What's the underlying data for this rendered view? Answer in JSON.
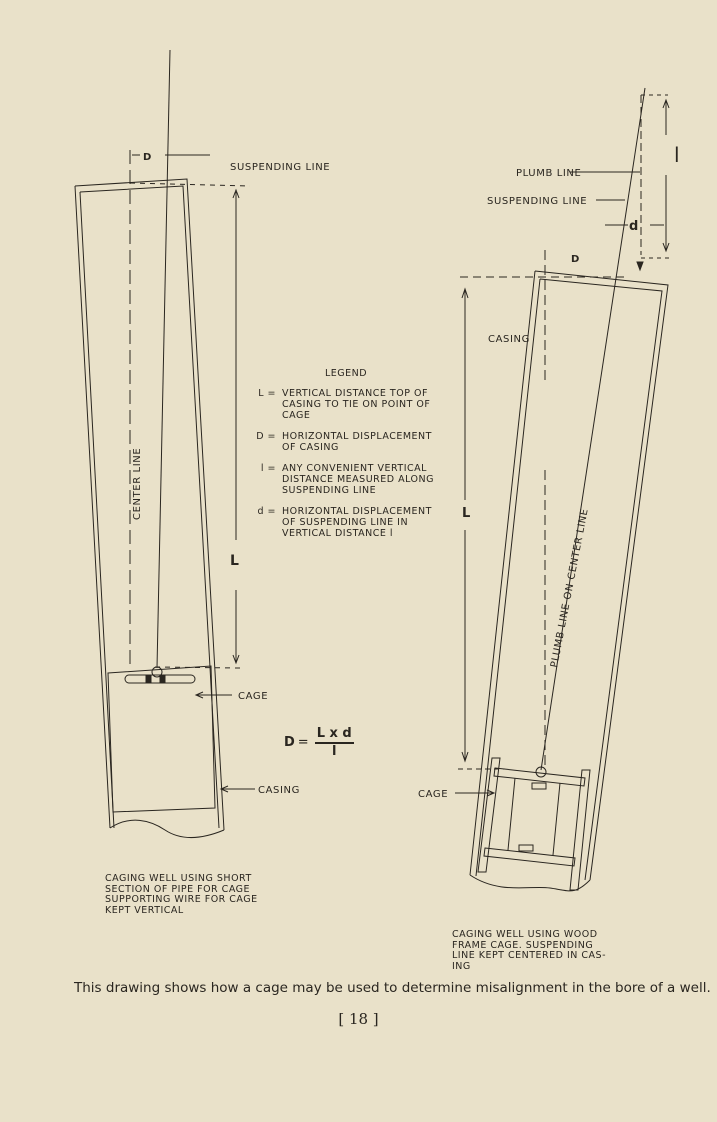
{
  "left_diagram": {
    "d_label": "D",
    "suspending_line": "SUSPENDING LINE",
    "center_line": "CENTER LINE",
    "L_label": "L",
    "cage": "CAGE",
    "casing": "CASING",
    "caption": [
      "CAGING WELL USING SHORT",
      "SECTION OF PIPE FOR CAGE",
      "SUPPORTING WIRE FOR CAGE",
      "KEPT VERTICAL"
    ]
  },
  "legend": {
    "title": "LEGEND",
    "items": [
      {
        "symbol": "L =",
        "text": "VERTICAL DISTANCE TOP OF CASING TO TIE ON POINT OF CAGE"
      },
      {
        "symbol": "D =",
        "text": "HORIZONTAL DISPLACEMENT OF CASING"
      },
      {
        "symbol": "l =",
        "text": "ANY CONVENIENT VERTICAL DISTANCE MEASURED ALONG SUSPENDING LINE"
      },
      {
        "symbol": "d =",
        "text": "HORIZONTAL DISPLACEMENT OF SUSPENDING LINE IN VERTICAL DISTANCE l"
      }
    ]
  },
  "formula": {
    "lhs": "D",
    "eq": "=",
    "numerator": "L x d",
    "denominator": "l"
  },
  "right_diagram": {
    "plumb_line": "PLUMB LINE",
    "suspending_line": "SUSPENDING LINE",
    "l_label": "l",
    "d_small": "d",
    "D_label": "D",
    "casing": "CASING",
    "L_label": "L",
    "plumb_on_center": "PLUMB LINE ON CENTER LINE",
    "cage": "CAGE",
    "caption": [
      "CAGING WELL USING WOOD",
      "FRAME  CAGE.  SUSPENDING",
      "LINE KEPT CENTERED IN CAS-",
      "ING"
    ]
  },
  "footer": {
    "description": "This drawing shows how a cage may be used to determine misalignment in the bore of a well.",
    "page_number": "[ 18 ]"
  }
}
